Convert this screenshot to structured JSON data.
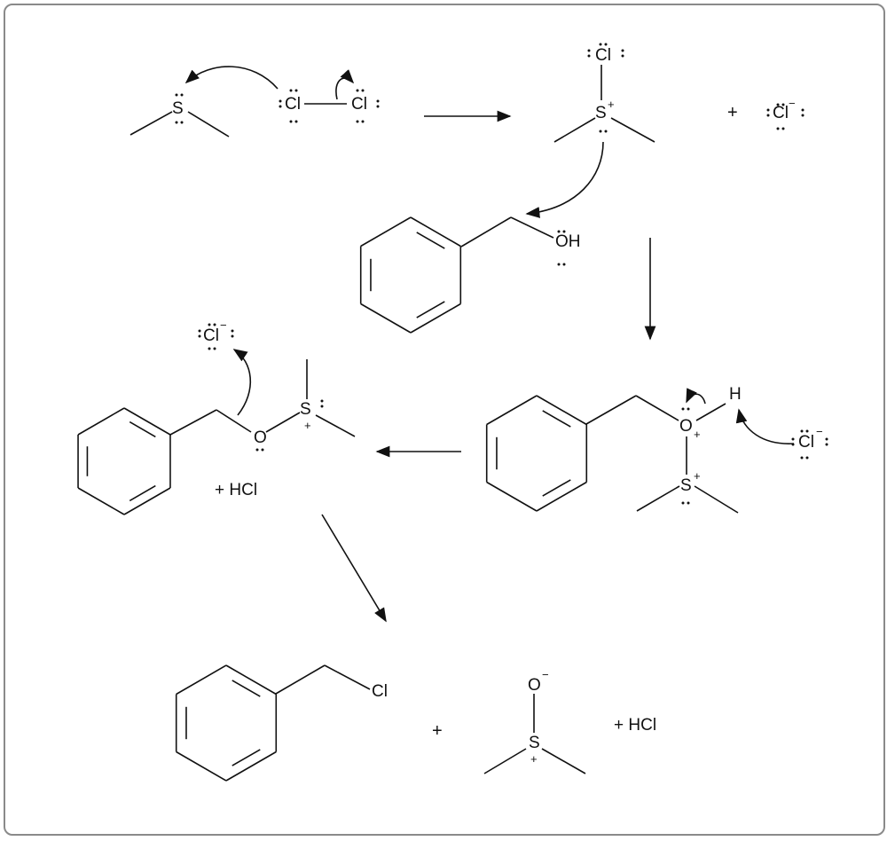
{
  "step1": {
    "dms_s": "S",
    "cl_a": "Cl",
    "cl_b": "Cl"
  },
  "step2": {
    "s": "S",
    "s_charge": "+",
    "cl": "Cl",
    "plus": "+",
    "chloride": "Cl",
    "chloride_charge": "−"
  },
  "alcohol": {
    "oh": "OH"
  },
  "intermediate1": {
    "o": "O",
    "o_charge": "+",
    "h": "H",
    "s": "S",
    "s_charge": "+",
    "chloride": "Cl",
    "chloride_charge": "−"
  },
  "intermediate2": {
    "o": "O",
    "s": "S",
    "s_charge": "+",
    "chloride": "Cl",
    "chloride_charge": "−",
    "byproduct": "+ HCl"
  },
  "products": {
    "cl": "Cl",
    "plus": "+",
    "o": "O",
    "o_charge": "−",
    "s": "S",
    "s_charge": "+",
    "byproduct": "+ HCl"
  }
}
